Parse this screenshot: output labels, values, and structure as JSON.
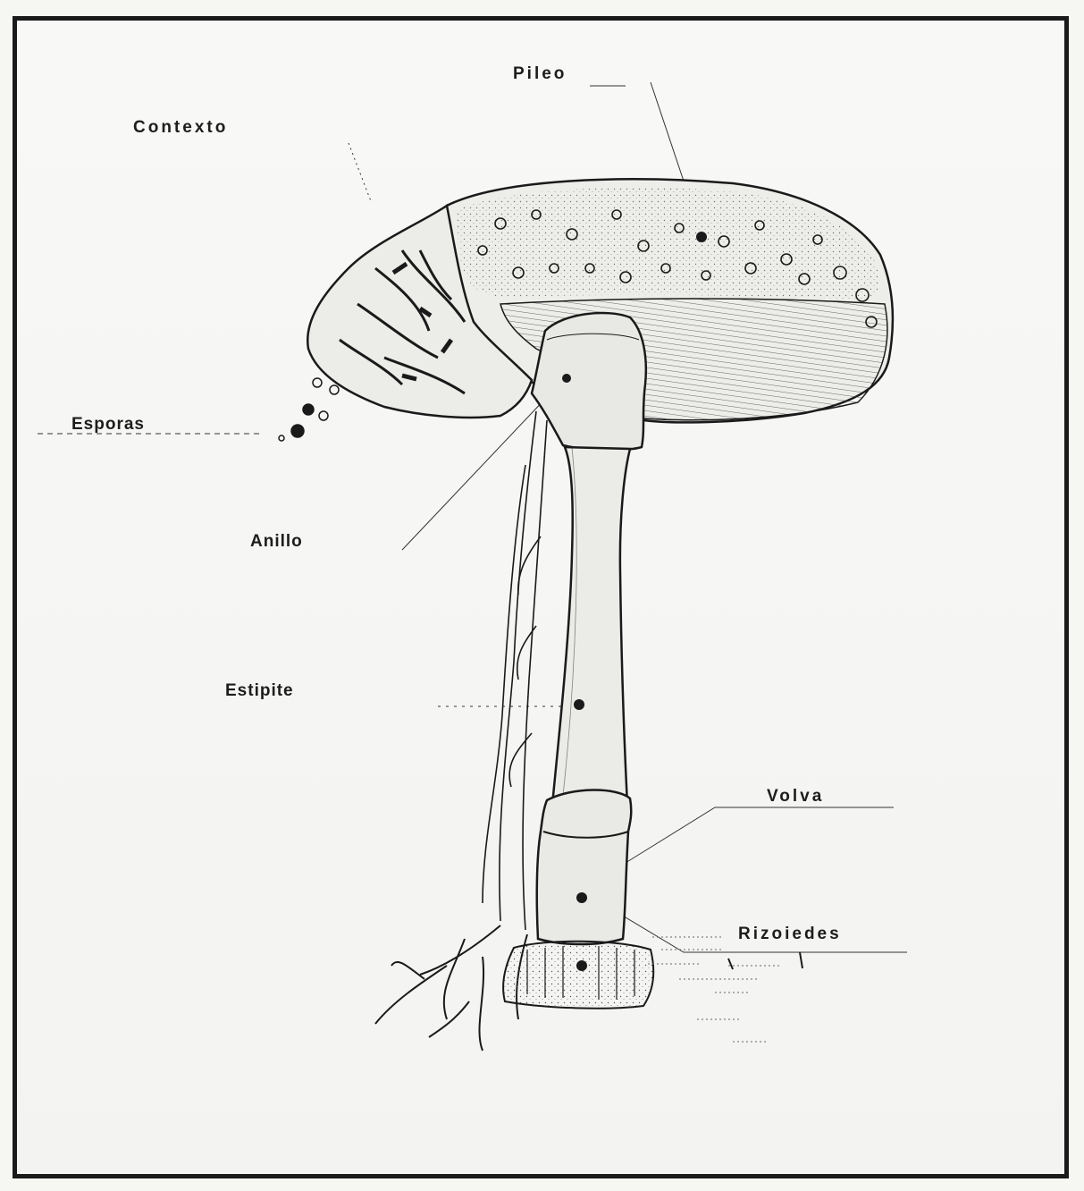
{
  "diagram": {
    "labels": {
      "pileo": "Pileo",
      "contexto": "Contexto",
      "esporas": "Esporas",
      "anillo": "Anillo",
      "estipite": "Estipite",
      "volva": "Volva",
      "rizoiedes": "Rizoiedes"
    },
    "colors": {
      "ink": "#1a1a1a",
      "paper": "#f6f6f3",
      "cap_fill": "#ededea",
      "stipe_fill": "#ebebe8"
    }
  }
}
